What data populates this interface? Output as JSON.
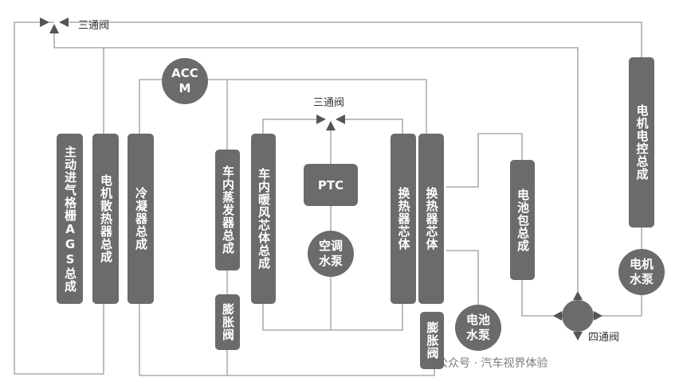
{
  "valves": {
    "three_way_top": "三通阀",
    "three_way_mid": "三通阀",
    "four_way": "四通阀"
  },
  "components": {
    "ags": "主动进气格栅AGS总成",
    "motor_radiator": "电机散热器总成",
    "condenser": "冷凝器总成",
    "evaporator": "车内蒸发器总成",
    "expansion_valve_1": "膨胀阀",
    "heater_core": "车内暖风芯体总成",
    "ptc": "PTC",
    "ac_pump": "空调\n水泵",
    "heat_exchanger_1": "换热器芯体",
    "heat_exchanger_2": "换热器芯体",
    "expansion_valve_2": "膨胀阀",
    "battery_pump": "电池\n水泵",
    "battery_pack": "电池包总成",
    "motor_controller": "电机电控总成",
    "motor_pump": "电机\n水泵",
    "accm": "ACC\nM"
  },
  "watermark": "公众号 · 汽车视界体验"
}
